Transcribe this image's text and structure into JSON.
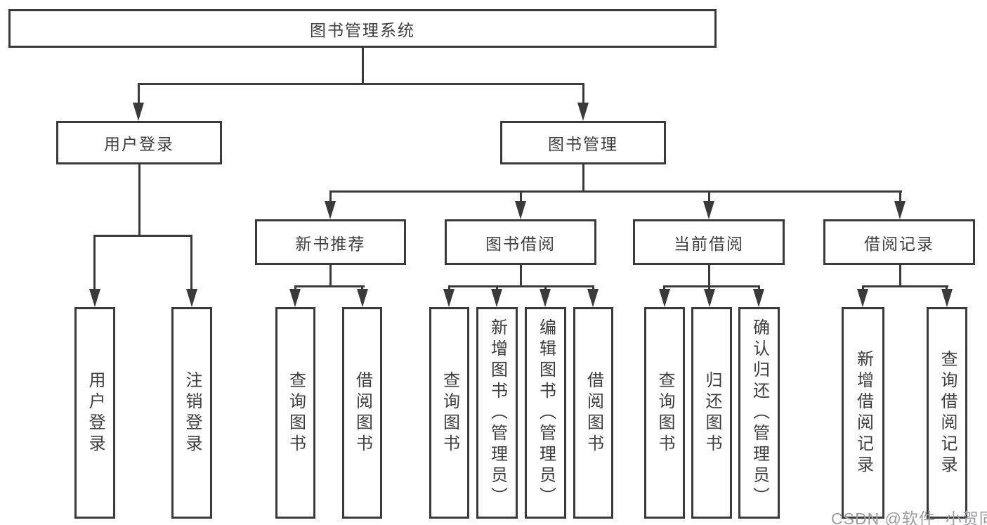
{
  "diagram": {
    "tree": {
      "label": "图书管理系统",
      "children": [
        {
          "label": "用户登录",
          "children": [
            {
              "label": "用户登录"
            },
            {
              "label": "注销登录"
            }
          ]
        },
        {
          "label": "图书管理",
          "children": [
            {
              "label": "新书推荐",
              "children": [
                {
                  "label": "查询图书"
                },
                {
                  "label": "借阅图书"
                }
              ]
            },
            {
              "label": "图书借阅",
              "children": [
                {
                  "label": "查询图书"
                },
                {
                  "label": "新增图书（管理员）"
                },
                {
                  "label": "编辑图书（管理员）"
                },
                {
                  "label": "借阅图书"
                }
              ]
            },
            {
              "label": "当前借阅",
              "children": [
                {
                  "label": "查询图书"
                },
                {
                  "label": "归还图书"
                },
                {
                  "label": "确认归还（管理员）"
                }
              ]
            },
            {
              "label": "借阅记录",
              "children": [
                {
                  "label": "新增借阅记录"
                },
                {
                  "label": "查询借阅记录"
                }
              ]
            }
          ]
        }
      ]
    },
    "watermark": {
      "text": "CSDN @软件_小贺同学"
    },
    "colors": {
      "line": "#3a3a3a",
      "text": "#3d3d3d",
      "watermark": "#9b9b9f",
      "background": "#ffffff"
    }
  }
}
